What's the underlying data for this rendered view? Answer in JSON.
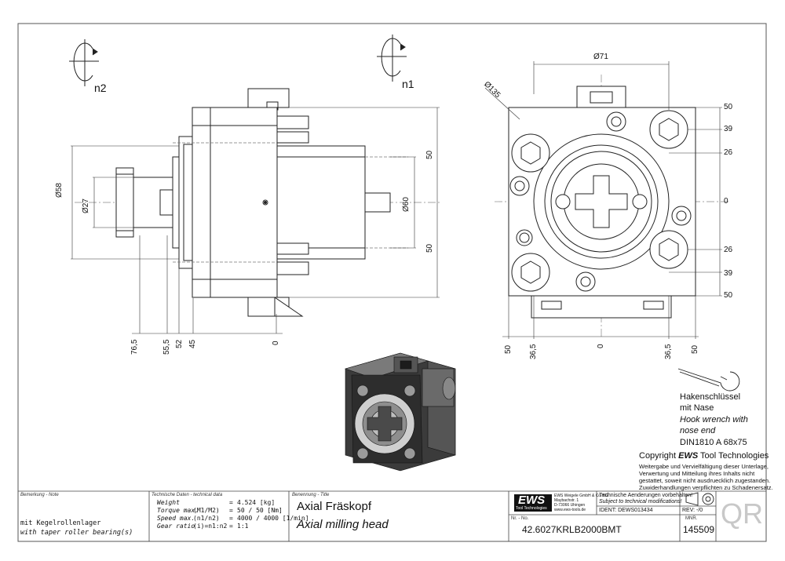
{
  "views": {
    "rotation_n2": "n2",
    "rotation_n1": "n1",
    "side": {
      "dia_58": "Ø58",
      "dia_27": "Ø27",
      "dia_60": "Ø60",
      "dim_50_top": "50",
      "dim_50_bottom": "50",
      "pos_76_5": "76,5",
      "pos_55_5": "55,5",
      "pos_52": "52",
      "pos_45": "45",
      "pos_0": "0"
    },
    "front": {
      "dia_71": "Ø71",
      "dia_135": "Ø135",
      "right_dims": [
        "50",
        "39",
        "26",
        "0",
        "26",
        "39",
        "50"
      ],
      "bottom_dims": [
        "50",
        "36,5",
        "0",
        "36,5",
        "50"
      ]
    }
  },
  "wrench": {
    "line1": "Hakenschlüssel",
    "line2": "mit Nase",
    "line3": "Hook wrench with",
    "line4": "nose end",
    "line5": "DIN1810  A  68x75"
  },
  "copyright": {
    "heading_prefix": "Copyright ",
    "heading_brand": "EWS",
    "heading_suffix": " Tool Technologies",
    "line1": "Weitergabe und Vervielfältigung dieser Unterlage,",
    "line2": "Verwertung und Mitteilung ihres Inhalts nicht",
    "line3": "gestattet, soweit nicht ausdruecklich zugestanden.",
    "line4": "Zuwiderhandlungen verpflichten zu Schadenersatz."
  },
  "title_block": {
    "note_header": "Bemerkung - Note",
    "note_line1": "mit Kegelrollenlager",
    "note_line2": "with taper roller bearing(s)",
    "tech_header": "Technische Daten - technical data",
    "tech_rows": [
      {
        "label": "Weight",
        "unit": "",
        "sep": "=",
        "value": "4.524 [kg]"
      },
      {
        "label": "Torque max.",
        "unit": "(M1/M2)",
        "sep": "=",
        "value": "50 / 50 [Nm]"
      },
      {
        "label": "Speed max.",
        "unit": "(n1/n2)",
        "sep": "=",
        "value": "4000 / 4000 [1/min]"
      },
      {
        "label": "Gear ratio",
        "unit": "(i)=n1:n2",
        "sep": "=",
        "value": "1:1"
      }
    ],
    "title_header": "Benennung - Title",
    "title_de": "Axial Fräskopf",
    "title_en": "Axial milling head",
    "logo": "EWS",
    "logo_sub": "Tool Technologies",
    "company_line1": "EWS Weigele GmbH & Co. KG",
    "company_line2": "Maybachstr. 1",
    "company_line3": "D-73066 Uhingen",
    "company_line4": "www.ews-tools.de",
    "change_de": "Technische Aenderungen vorbehalten!",
    "change_en": "Subject to technical modifications!",
    "ident_label": "IDENT:",
    "ident_value": "DEWS013434",
    "rev_label": "REV:",
    "rev_value": "-/0",
    "nr_label": "Nr. - No.",
    "nr_value": "42.6027KRLB2000BMT",
    "mnr_label": "MNR.",
    "mnr_value": "145509",
    "qr_text": "QR"
  }
}
